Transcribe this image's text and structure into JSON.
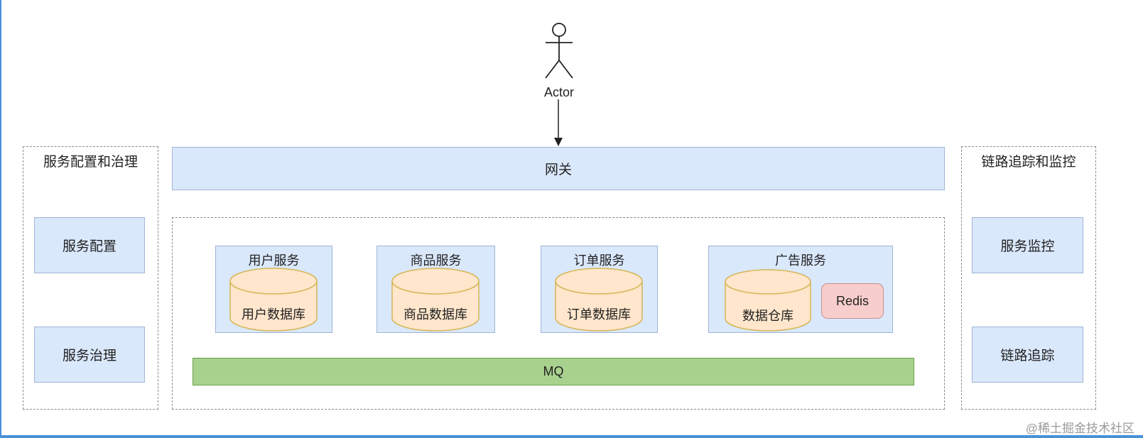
{
  "actor": {
    "label": "Actor"
  },
  "gateway": {
    "label": "网关"
  },
  "left_panel": {
    "title": "服务配置和治理",
    "items": [
      {
        "label": "服务配置"
      },
      {
        "label": "服务治理"
      }
    ]
  },
  "right_panel": {
    "title": "链路追踪和监控",
    "items": [
      {
        "label": "服务监控"
      },
      {
        "label": "链路追踪"
      }
    ]
  },
  "services": [
    {
      "title": "用户服务",
      "db": "用户数据库"
    },
    {
      "title": "商品服务",
      "db": "商品数据库"
    },
    {
      "title": "订单服务",
      "db": "订单数据库"
    },
    {
      "title": "广告服务",
      "db": "数据仓库",
      "cache": "Redis"
    }
  ],
  "mq": {
    "label": "MQ"
  },
  "watermark": "@稀土掘金技术社区",
  "colors": {
    "box_fill": "#dae8fc",
    "db_fill": "#ffe6cc",
    "redis_fill": "#f8cecc",
    "mq_fill": "#a9d18e",
    "frame": "#4a90d9"
  }
}
